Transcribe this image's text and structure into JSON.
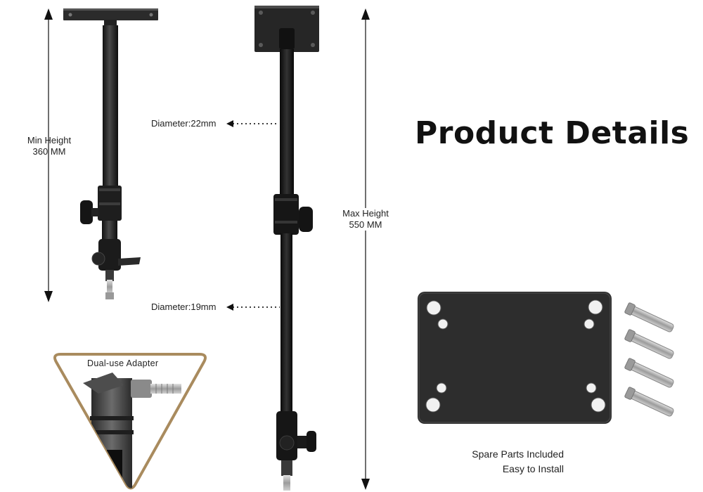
{
  "title": "Product Details",
  "min_height": {
    "line1": "Min Height",
    "line2": "360 MM"
  },
  "max_height": {
    "line1": "Max Height",
    "line2": "550 MM"
  },
  "diameters": {
    "top": "Diameter:22mm",
    "bottom": "Diameter:19mm"
  },
  "adapter": {
    "label": "Dual-use Adapter"
  },
  "spare_parts": {
    "line1": "Spare Parts Included",
    "line2": "Easy to Install"
  },
  "colors": {
    "frame": "#a98b5e",
    "metal": "#1c1c1c",
    "plate": "#2a2a2a",
    "bolt": "#b9b9b9"
  }
}
